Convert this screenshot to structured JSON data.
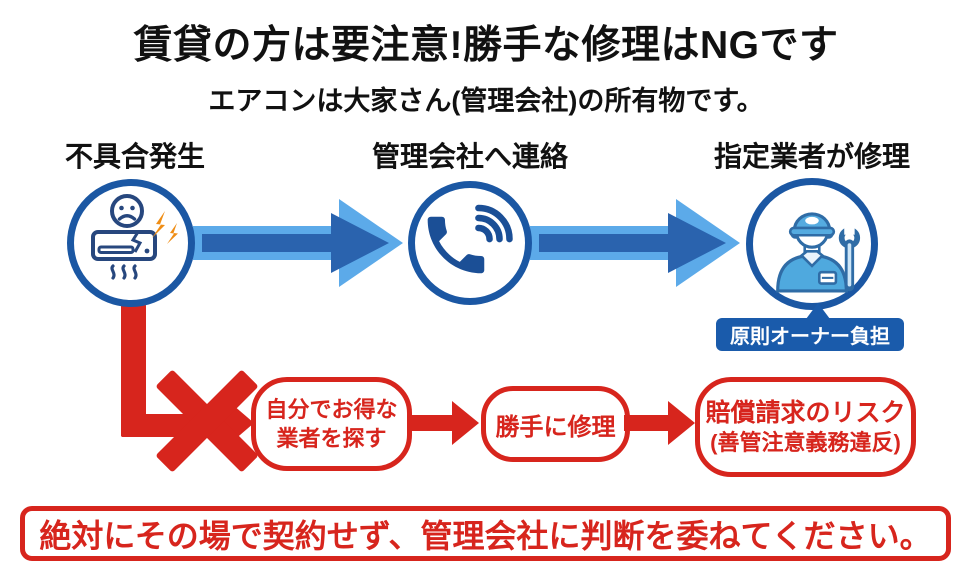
{
  "title": "賃貸の方は要注意!勝手な修理はNGです",
  "subtitle": "エアコンは大家さん(管理会社)の所有物です。",
  "good_flow": {
    "step1": {
      "label": "不具合発生",
      "icon": "broken-ac-sad-face-icon"
    },
    "step2": {
      "label": "管理会社へ連絡",
      "icon": "phone-call-icon"
    },
    "step3": {
      "label": "指定業者が修理",
      "icon": "repair-worker-icon"
    },
    "badge": "原則オーナー負担"
  },
  "bad_flow": {
    "cross_icon": "x-mark-icon",
    "step1": {
      "line1": "自分でお得な",
      "line2": "業者を探す"
    },
    "step2": {
      "line1": "勝手に修理"
    },
    "step3": {
      "line1": "賠償請求のリスク",
      "line2": "(善管注意義務違反)"
    }
  },
  "footer": "絶対にその場で契約せず、管理会社に判断を委ねてください。",
  "colors": {
    "blue_dark": "#1b57a3",
    "arrow_light_blue": "#5caae9",
    "arrow_dark_blue": "#2a63ae",
    "red": "#d7251d",
    "badge_blue": "#1a5bab",
    "orange": "#ef8d15",
    "worker_blue": "#55abe0",
    "text_black": "#111111"
  }
}
